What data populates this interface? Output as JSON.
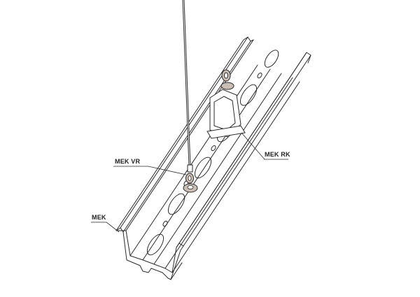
{
  "labels": {
    "mek_vr": "MEK VR",
    "mek_rk": "MEK RK",
    "mek": "MEK"
  },
  "colors": {
    "line": "#2a2a2a",
    "washer": "#c9beb4"
  }
}
